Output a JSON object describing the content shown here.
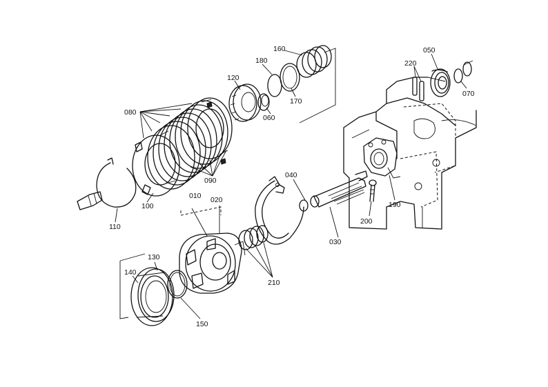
{
  "callouts": [
    {
      "id": "p010",
      "text": "010"
    },
    {
      "id": "p020",
      "text": "020"
    },
    {
      "id": "p030",
      "text": "030"
    },
    {
      "id": "p040",
      "text": "040"
    },
    {
      "id": "p050",
      "text": "050"
    },
    {
      "id": "p060",
      "text": "060"
    },
    {
      "id": "p070",
      "text": "070"
    },
    {
      "id": "p080",
      "text": "080"
    },
    {
      "id": "p090",
      "text": "090"
    },
    {
      "id": "p100",
      "text": "100"
    },
    {
      "id": "p110",
      "text": "110"
    },
    {
      "id": "p120",
      "text": "120"
    },
    {
      "id": "p130",
      "text": "130"
    },
    {
      "id": "p140",
      "text": "140"
    },
    {
      "id": "p150",
      "text": "150"
    },
    {
      "id": "p160",
      "text": "160"
    },
    {
      "id": "p170",
      "text": "170"
    },
    {
      "id": "p180",
      "text": "180"
    },
    {
      "id": "p190",
      "text": "190"
    },
    {
      "id": "p200",
      "text": "200"
    },
    {
      "id": "p210",
      "text": "210"
    },
    {
      "id": "p220",
      "text": "220"
    }
  ]
}
